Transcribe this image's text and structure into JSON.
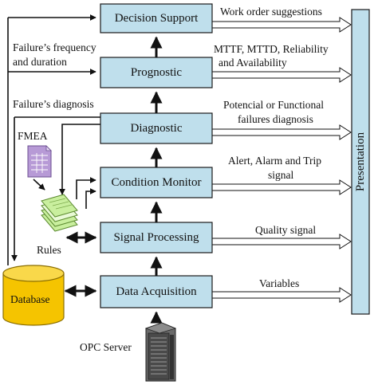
{
  "colors": {
    "box_fill": "#bfdfec",
    "box_stroke": "#1a1a1a",
    "database_fill": "#f5c400",
    "fmea_fill": "#b79ad6",
    "rules_fill": "#c9ef9e",
    "server_fill": "#4a4a4a"
  },
  "modules": {
    "decision_support": "Decision Support",
    "prognostic": "Prognostic",
    "diagnostic": "Diagnostic",
    "condition_monitor": "Condition Monitor",
    "signal_processing": "Signal Processing",
    "data_acquisition": "Data Acquisition"
  },
  "outputs": {
    "work_order": "Work order suggestions",
    "mttf_line1": "MTTF, MTTD, Reliability",
    "mttf_line2": "and Availability",
    "failures_line1": "Potencial or Functional",
    "failures_line2": "failures diagnosis",
    "alert_line1": "Alert, Alarm and Trip",
    "alert_line2": "signal",
    "quality": "Quality signal",
    "variables": "Variables"
  },
  "side_labels": {
    "frequency_line1": "Failure’s frequency",
    "frequency_line2": "and duration",
    "diagnosis": "Failure’s diagnosis",
    "fmea": "FMEA",
    "rules": "Rules",
    "database": "Database",
    "opc_server": "OPC Server"
  },
  "presentation": "Presentation",
  "icons": {
    "fmea": "spreadsheet-document-icon",
    "rules": "stacked-documents-icon",
    "database": "database-cylinder-icon",
    "opc_server": "server-tower-icon"
  }
}
